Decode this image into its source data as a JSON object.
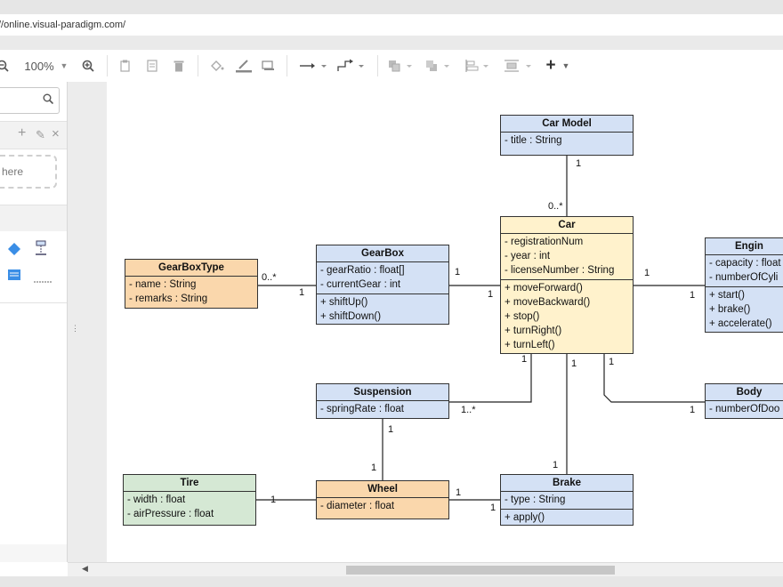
{
  "browser": {
    "url": "//online.visual-paradigm.com/"
  },
  "toolbar": {
    "zoom": "100%",
    "items": [
      "zoom-out",
      "zoom-level",
      "zoom-in",
      "copy",
      "paste",
      "delete",
      "fill",
      "line-color",
      "shadow",
      "connector",
      "waypoint",
      "to-front",
      "to-back",
      "align",
      "distribute",
      "insert"
    ],
    "insert_label": "+"
  },
  "sidebar": {
    "search_placeholder": "",
    "drop_text": "here",
    "add_label": "+",
    "edit_label": "✎",
    "close_label": "×"
  },
  "diagram": {
    "classes": {
      "car_model": {
        "name": "Car Model",
        "attrs": [
          "- title : String"
        ],
        "ops": []
      },
      "car": {
        "name": "Car",
        "attrs": [
          "- registrationNum",
          "- year : int",
          "- licenseNumber : String"
        ],
        "ops": [
          "+ moveForward()",
          "+ moveBackward()",
          "+ stop()",
          "+ turnRight()",
          "+ turnLeft()"
        ]
      },
      "gearbox": {
        "name": "GearBox",
        "attrs": [
          "- gearRatio : float[]",
          "- currentGear : int"
        ],
        "ops": [
          "+ shiftUp()",
          "+ shiftDown()"
        ]
      },
      "gearboxtype": {
        "name": "GearBoxType",
        "attrs": [
          "- name : String",
          "- remarks : String"
        ],
        "ops": []
      },
      "engine": {
        "name": "Engin",
        "attrs": [
          "- capacity : float",
          "- numberOfCyli"
        ],
        "ops": [
          "+ start()",
          "+ brake()",
          "+ accelerate()"
        ]
      },
      "suspension": {
        "name": "Suspension",
        "attrs": [
          "- springRate : float"
        ],
        "ops": []
      },
      "body": {
        "name": "Body",
        "attrs": [
          "- numberOfDoo"
        ],
        "ops": []
      },
      "tire": {
        "name": "Tire",
        "attrs": [
          "- width : float",
          "- airPressure : float"
        ],
        "ops": []
      },
      "wheel": {
        "name": "Wheel",
        "attrs": [
          "- diameter : float"
        ],
        "ops": []
      },
      "brake": {
        "name": "Brake",
        "attrs": [
          "- type : String"
        ],
        "ops": [
          "+ apply()"
        ]
      }
    },
    "multiplicities": {
      "carmodel_1": "1",
      "car_0n": "0..*",
      "gbt_0n": "0..*",
      "gb_left_1": "1",
      "gb_right_1": "1",
      "car_left_1": "1",
      "car_right_1": "1",
      "engine_1": "1",
      "car_susp_1": "1",
      "susp_1n": "1..*",
      "car_brake_1": "1",
      "car_body_1": "1",
      "body_1": "1",
      "susp_bottom_1": "1",
      "wheel_top_1": "1",
      "brake_top_1": "1",
      "tire_1": "1",
      "wheel_right_1": "1",
      "brake_left_1": "1"
    }
  },
  "colors": {
    "blue": "#d4e1f5",
    "orange": "#fad7ac",
    "yellow": "#fff2cc",
    "green": "#d5e8d4"
  }
}
